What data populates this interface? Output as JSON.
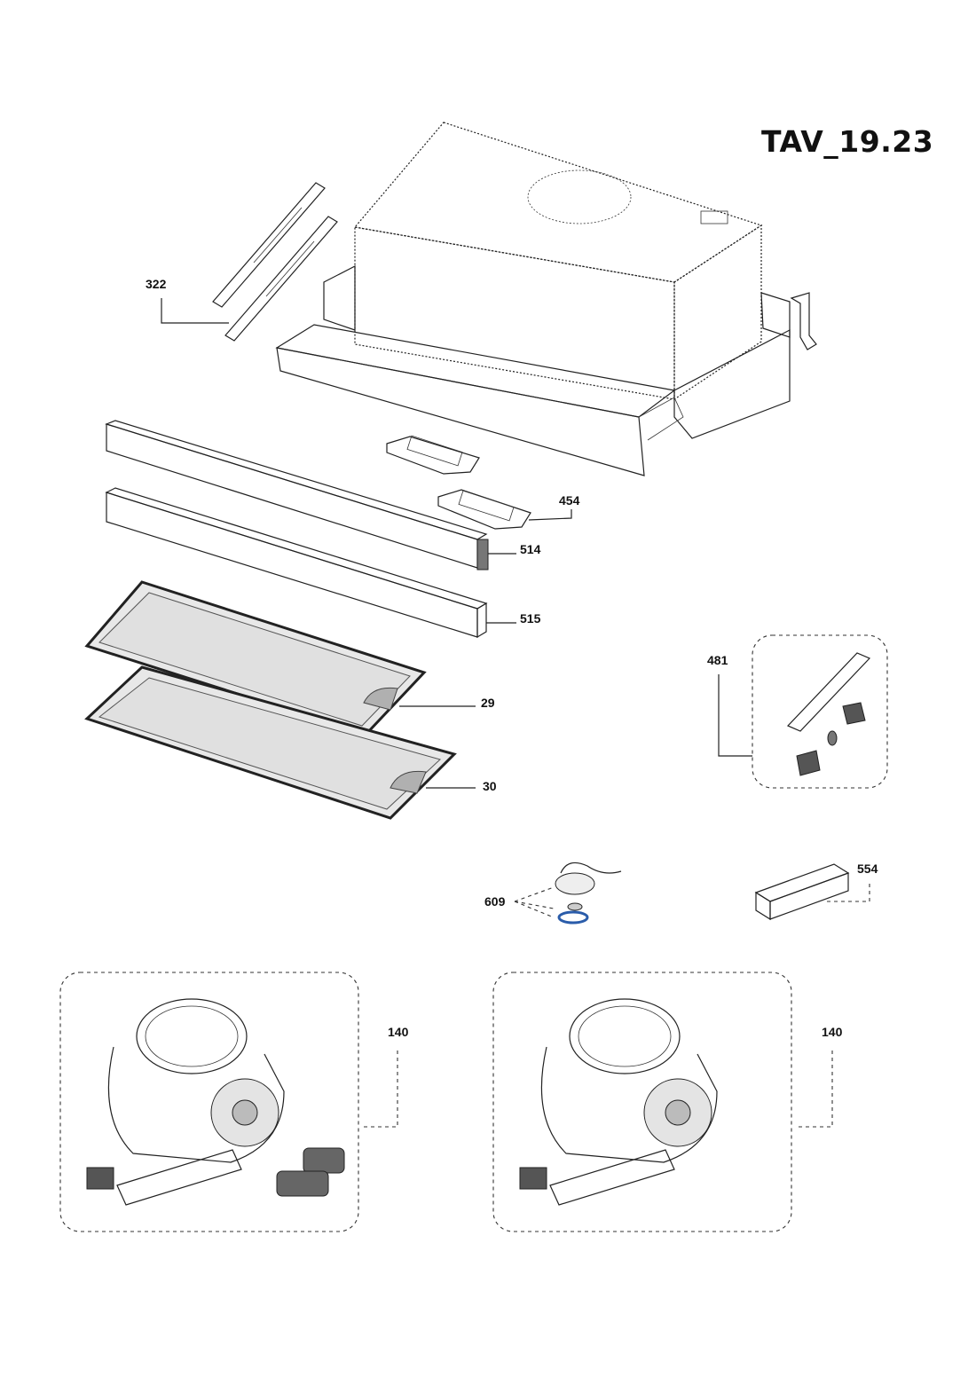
{
  "title": "TAV_19.23",
  "parts": {
    "p322": "322",
    "p454": "454",
    "p514": "514",
    "p515": "515",
    "p481": "481",
    "p29": "29",
    "p30": "30",
    "p609": "609",
    "p554": "554",
    "p140a": "140",
    "p140b": "140"
  }
}
